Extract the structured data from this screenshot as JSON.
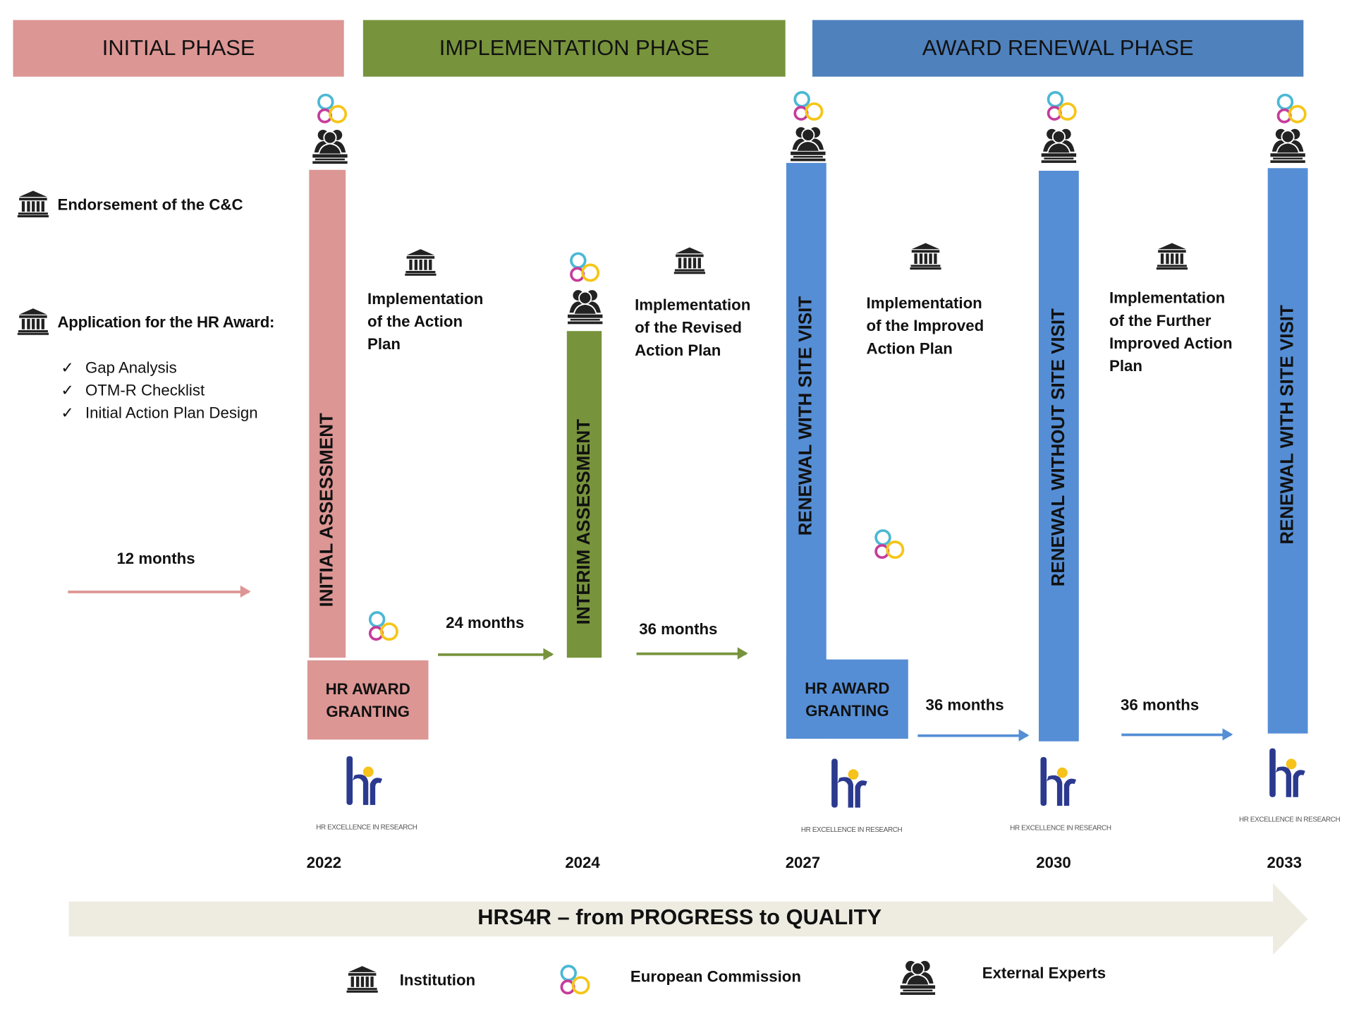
{
  "colors": {
    "initial": "#dc9694",
    "implementation": "#77933c",
    "award": "#4f81bd",
    "bar_blue": "#558ed5",
    "progress_arrow": "#eeece1",
    "ec_cyan": "#4bb8d4",
    "ec_magenta": "#c53c9a",
    "ec_yellow": "#f5c518",
    "hr_blue": "#2b3a8f",
    "hr_yellow": "#f6c21b"
  },
  "phases": [
    {
      "label": "INITIAL PHASE"
    },
    {
      "label": "IMPLEMENTATION PHASE"
    },
    {
      "label": "AWARD RENEWAL PHASE"
    }
  ],
  "left": {
    "endorsement": "Endorsement of the C&C",
    "application": "Application for the HR Award:",
    "checklist": [
      "Gap Analysis",
      "OTM-R Checklist",
      "Initial Action Plan Design"
    ],
    "check_mark": "✓",
    "duration": "12 months"
  },
  "assessments": [
    {
      "label": "INITIAL ASSESSMENT"
    },
    {
      "label": "INTERIM ASSESSMENT"
    },
    {
      "label": "RENEWAL WITH SITE VISIT"
    },
    {
      "label": "RENEWAL WITHOUT SITE VISIT"
    },
    {
      "label": "RENEWAL WITH SITE VISIT"
    }
  ],
  "granting": [
    "HR AWARD GRANTING",
    "HR AWARD GRANTING"
  ],
  "implementation": [
    {
      "lines": [
        "Implementation",
        "of the Action",
        "Plan"
      ]
    },
    {
      "lines": [
        "Implementation",
        "of the Revised",
        "Action Plan"
      ]
    },
    {
      "lines": [
        "Implementation",
        "of the Improved",
        "Action Plan"
      ]
    },
    {
      "lines": [
        "Implementation",
        "of the Further",
        "Improved Action",
        "Plan"
      ]
    }
  ],
  "durations": [
    "24 months",
    "36 months",
    "36 months",
    "36 months"
  ],
  "logo": {
    "letters": "hr",
    "caption": "HR EXCELLENCE IN RESEARCH"
  },
  "years": [
    "2022",
    "2024",
    "2027",
    "2030",
    "2033"
  ],
  "progress_banner": "HRS4R – from PROGRESS to QUALITY",
  "legend": [
    {
      "label": "Institution",
      "icon": "institution-icon"
    },
    {
      "label": "European Commission",
      "icon": "european-commission-icon"
    },
    {
      "label": "External Experts",
      "icon": "external-experts-icon"
    }
  ]
}
